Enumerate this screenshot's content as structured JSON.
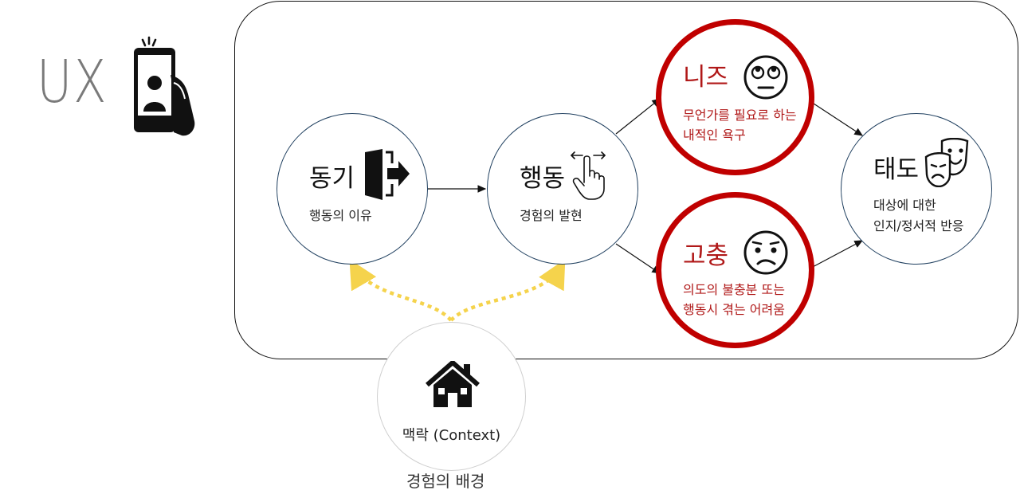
{
  "header": {
    "title": "UX"
  },
  "nodes": {
    "motivation": {
      "title": "동기",
      "desc": "행동의 이유"
    },
    "action": {
      "title": "행동",
      "desc": "경험의 발현"
    },
    "needs": {
      "title": "니즈",
      "desc_lines": [
        "무언가를 필요로 하는",
        "내적인 욕구"
      ]
    },
    "pain": {
      "title": "고충",
      "desc_lines": [
        "의도의 불충분 또는",
        "행동시 겪는 어려움"
      ]
    },
    "attitude": {
      "title": "태도",
      "desc_lines": [
        "대상에 대한",
        "인지/정서적 반응"
      ]
    },
    "context": {
      "title": "맥락 (Context)",
      "caption": "경험의 배경"
    }
  },
  "icons": {
    "phone": "selfie-phone-icon",
    "exit": "exit-door-icon",
    "gesture": "swipe-hand-icon",
    "needs_face": "eyes-rolling-face-icon",
    "pain_face": "confused-face-icon",
    "masks": "theater-masks-icon",
    "home": "house-icon"
  },
  "colors": {
    "blue_ring": "#1f3f5f",
    "red_ring": "#c00000",
    "red_text": "#b01818",
    "context_arrow": "#f5d34c",
    "ux_text": "#7a7a7a"
  }
}
